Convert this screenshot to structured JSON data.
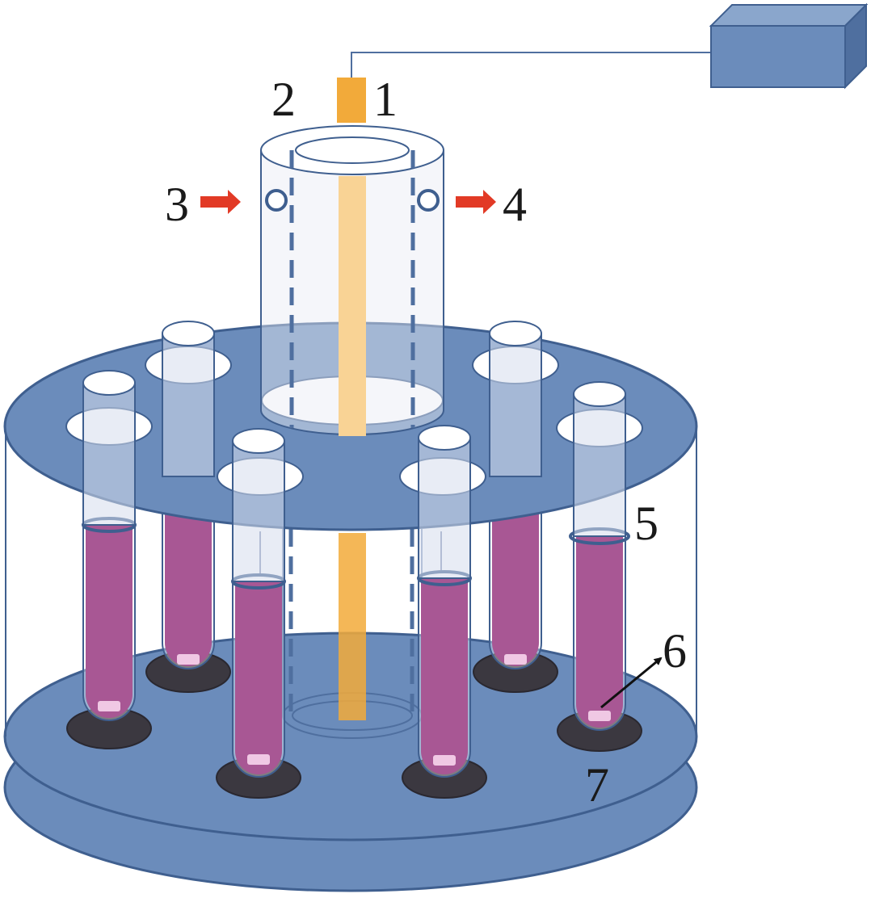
{
  "labels": {
    "l1": "1",
    "l2": "2",
    "l3": "3",
    "l4": "4",
    "l5": "5",
    "l6": "6",
    "l7": "7"
  },
  "colors": {
    "plate": "#6b8cbb",
    "plate_edge": "#3f5f8f",
    "box": "#6b8cbb",
    "lamp": "#f2aa3a",
    "lamp_light": "#f9d395",
    "liquid": "#a85794",
    "stir_bar": "#f0c8e4",
    "magnet": "#3b3840",
    "arrow_red": "#e23a26",
    "glass": "#3f5f8f"
  }
}
